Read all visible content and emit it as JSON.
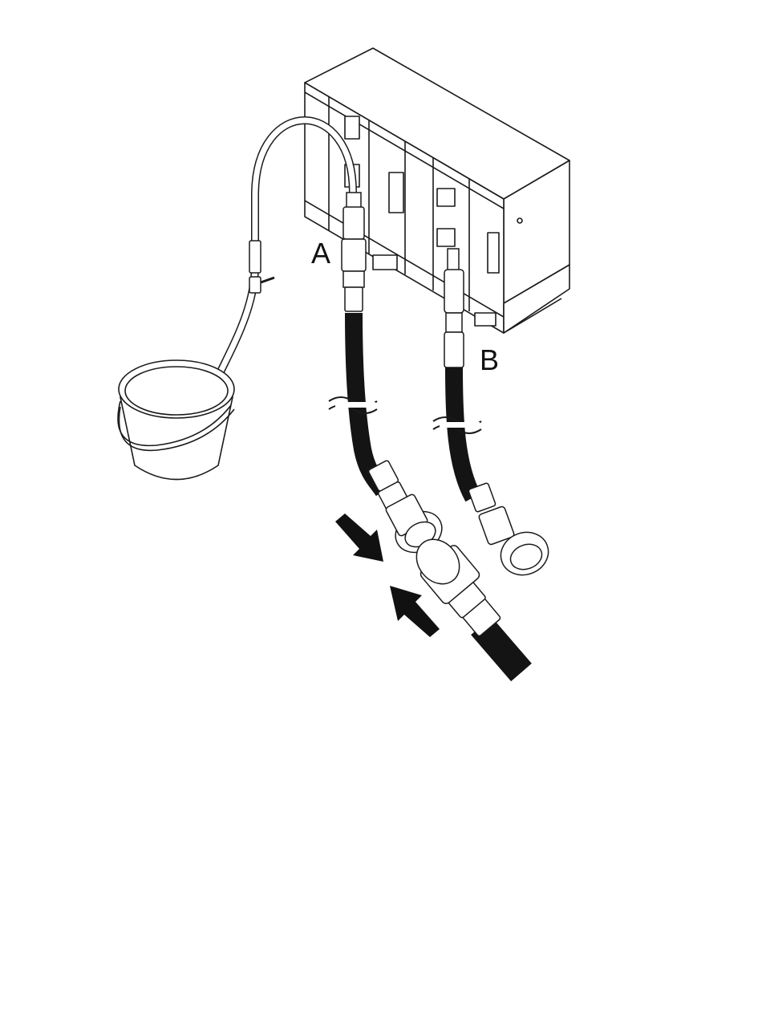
{
  "figure": {
    "callouts": [
      {
        "id": "A",
        "text": "A"
      },
      {
        "id": "B",
        "text": "B"
      }
    ],
    "colors": {
      "line": "#1a1a1a",
      "hose": "#141414",
      "metal": "#ffffff",
      "background": "#ffffff"
    }
  }
}
